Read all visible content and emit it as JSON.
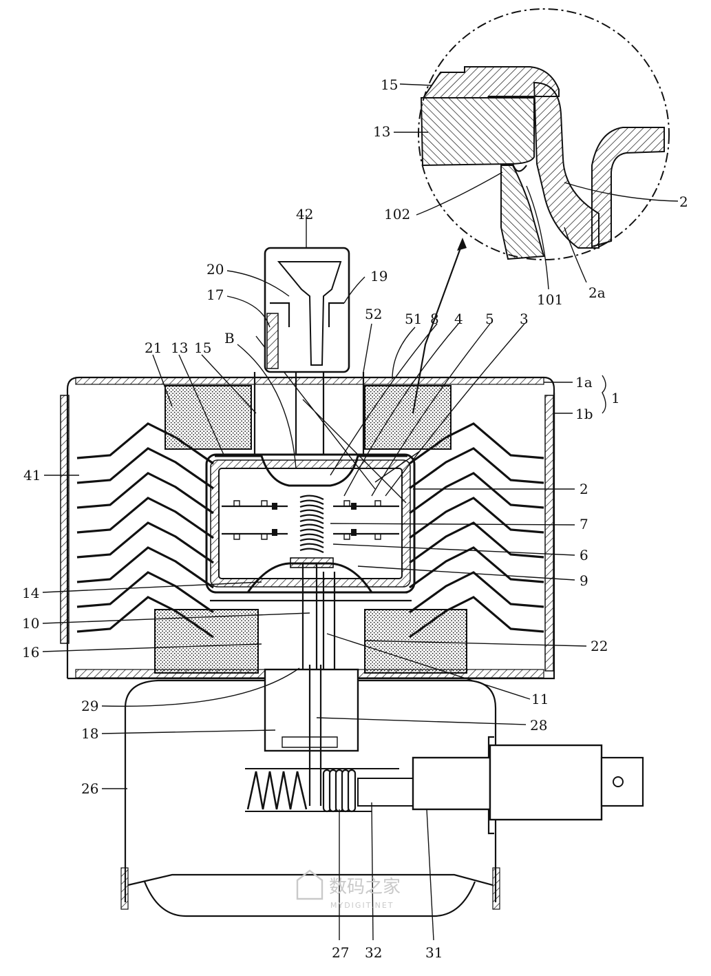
{
  "labels": {
    "l15d": "15",
    "l13d": "13",
    "l102": "102",
    "l2d": "2",
    "l101": "101",
    "l2a": "2a",
    "l42": "42",
    "l20": "20",
    "l19": "19",
    "l17": "17",
    "l52": "52",
    "l51": "51",
    "l8": "8",
    "l4": "4",
    "l5": "5",
    "l3": "3",
    "l21": "21",
    "l13": "13",
    "l15": "15",
    "lB": "B",
    "l1a": "1a",
    "l1": "1",
    "l1b": "1b",
    "l41": "41",
    "l2": "2",
    "l7": "7",
    "l6": "6",
    "l9": "9",
    "l14": "14",
    "l10": "10",
    "l16": "16",
    "l22": "22",
    "l11": "11",
    "l29": "29",
    "l28": "28",
    "l18": "18",
    "l26": "26",
    "l27": "27",
    "l32": "32",
    "l31": "31"
  },
  "watermark": {
    "title": "数码之家",
    "subtitle": "MYDIGIT.NET"
  },
  "colors": {
    "ink": "#111111",
    "paper": "#ffffff",
    "watermark": "#c9c9c9"
  }
}
